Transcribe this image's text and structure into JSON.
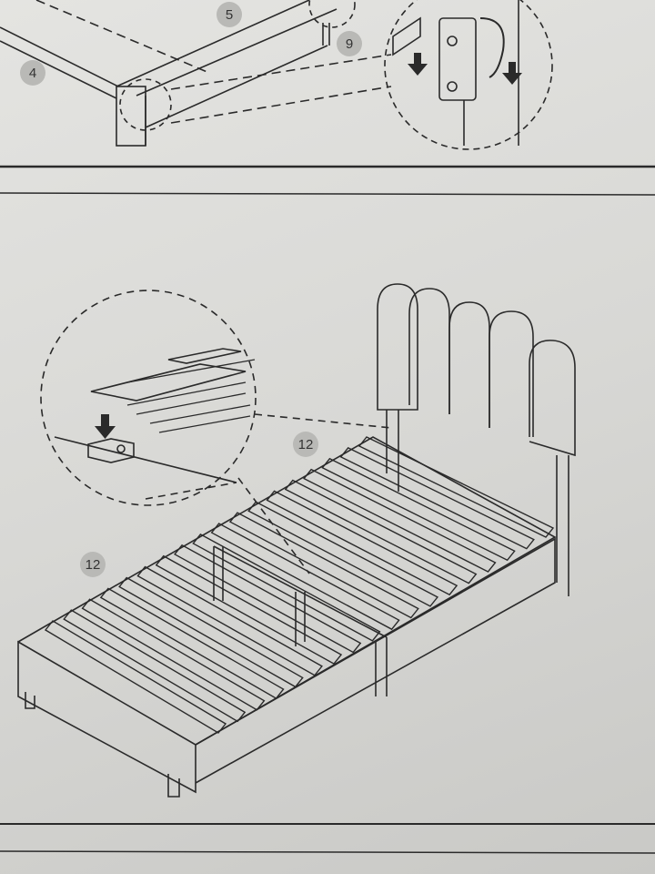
{
  "step_top": {
    "part_labels": {
      "side_rail": "4",
      "center_rail": "5",
      "hook": "9"
    }
  },
  "step_bottom": {
    "part_labels": {
      "slats_upper": "12",
      "slats_lower": "12"
    }
  },
  "colors": {
    "paper": "#d9d9d6",
    "ink": "#2a2a2a",
    "label_bg": "#b9b9b6"
  }
}
